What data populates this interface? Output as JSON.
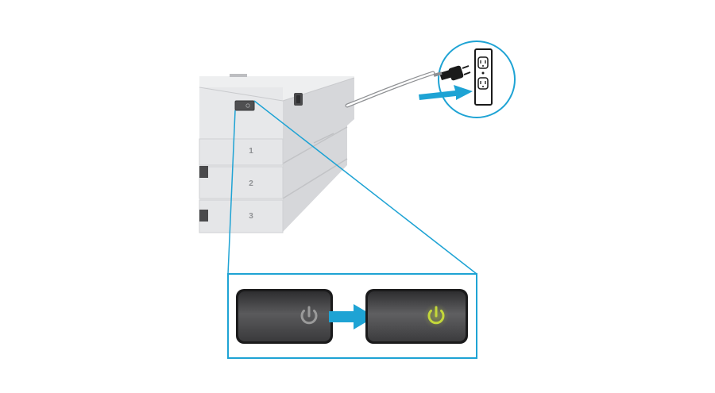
{
  "printer": {
    "trays": [
      {
        "label": "1"
      },
      {
        "label": "2"
      },
      {
        "label": "3"
      }
    ]
  },
  "colors": {
    "callout": "#1ea3d4",
    "arrow": "#1ea3d4",
    "printer_light": "#e7e8ea",
    "printer_mid": "#d6d7da",
    "printer_dark": "#a7a9ac",
    "button_body": "#4a4a4c",
    "power_off": "#9a9a9a",
    "power_on": "#c4d83a"
  },
  "icons": {
    "power_off": "power-icon",
    "power_on": "power-icon",
    "outlet": "wall-outlet-icon",
    "plug": "power-plug-icon"
  }
}
